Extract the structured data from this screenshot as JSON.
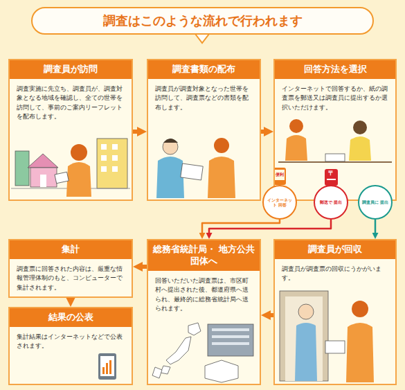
{
  "diagram": {
    "title": "調査はこのような流れで行われます",
    "nodes": [
      {
        "text": [
          "調査員が訪問",
          "調査実施に先立ち、調査員が、調査対象となる地域を確認し、全ての世帯を訪問して、事前のご案内リーフレットを配布します。"
        ]
      },
      {
        "text": [
          "調査書類の配布",
          "調査員が調査対象となった世帯を訪問して、調査票などの書類を配布します。"
        ]
      },
      {
        "text": [
          "回答方法を選択",
          "インターネットで回答するか、紙の調査票を郵送又は調査員に提出するか選択いただけます。"
        ]
      },
      {
        "text": [
          "インターネット 回答"
        ]
      },
      {
        "text": [
          "郵送で 提出"
        ]
      },
      {
        "text": [
          "調査員に 提出"
        ]
      },
      {
        "text": [
          "集計",
          "調査票に回答された内容は、厳重な情報管理体制のもと、コンピューターで集計されます。"
        ]
      },
      {
        "text": [
          "総務省統計局・ 地方公共団体へ",
          "回答いただいた調査票は、市区町村へ提出された後、都道府県へ送られ、最終的に総務省統計局へ送られます。"
        ]
      },
      {
        "text": [
          "調査員が回収",
          "調査員が調査票の回収にうかがいます。"
        ]
      },
      {
        "text": [
          "結果の公表",
          "集計結果はインターネットなどで公表されます。"
        ]
      }
    ],
    "edges": [
      {
        "from": 0,
        "to": 1,
        "arrow": "to"
      },
      {
        "from": 1,
        "to": 2,
        "arrow": "to"
      },
      {
        "from": 3,
        "to": 7,
        "arrow": "to"
      },
      {
        "from": 4,
        "to": 7,
        "arrow": "to"
      },
      {
        "from": 5,
        "to": 8,
        "arrow": "to"
      },
      {
        "from": 8,
        "to": 7,
        "arrow": "to"
      },
      {
        "from": 7,
        "to": 6,
        "arrow": "to"
      },
      {
        "from": 6,
        "to": 9,
        "arrow": "to"
      }
    ],
    "labels": [
      "便利",
      "〒"
    ]
  }
}
